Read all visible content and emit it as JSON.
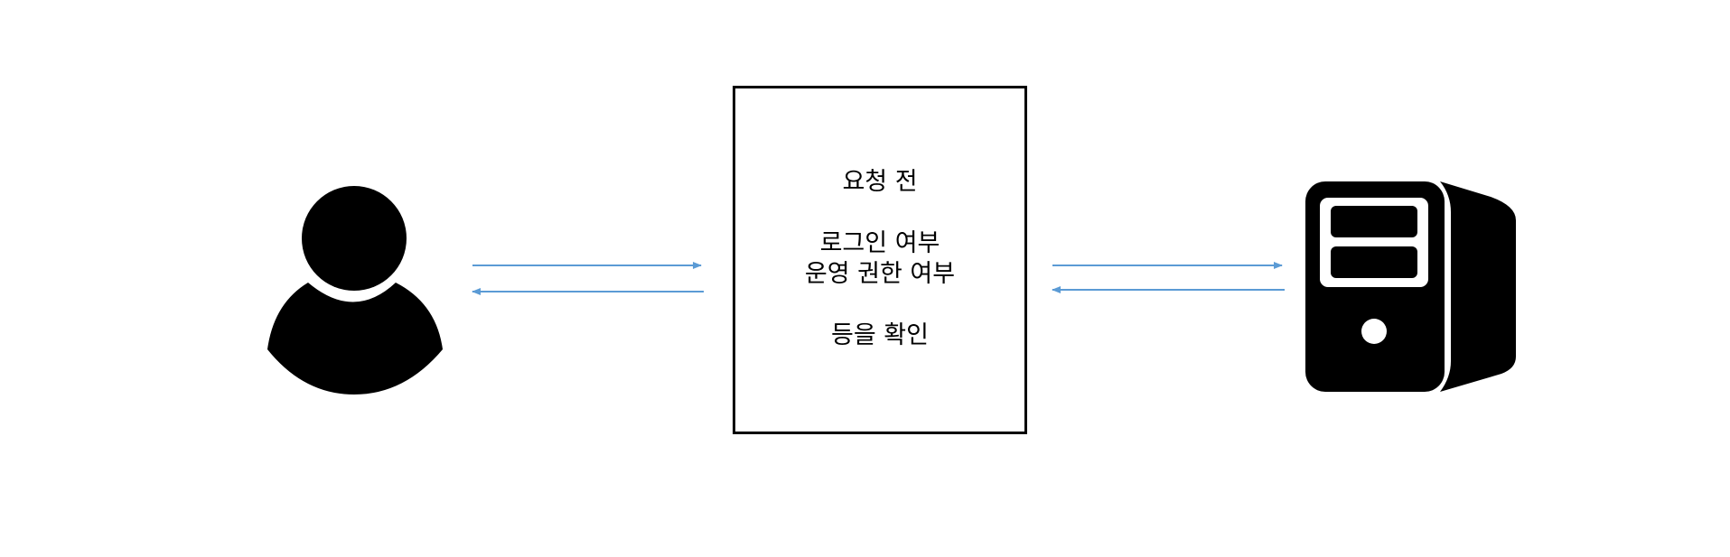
{
  "box": {
    "lines": [
      "요청 전",
      "로그인 여부",
      "운영 권한 여부",
      "등을 확인"
    ]
  },
  "icons": {
    "left": "user-icon",
    "right": "server-icon"
  },
  "colors": {
    "arrow": "#5B9BD5",
    "icon": "#000000",
    "border": "#000000"
  }
}
